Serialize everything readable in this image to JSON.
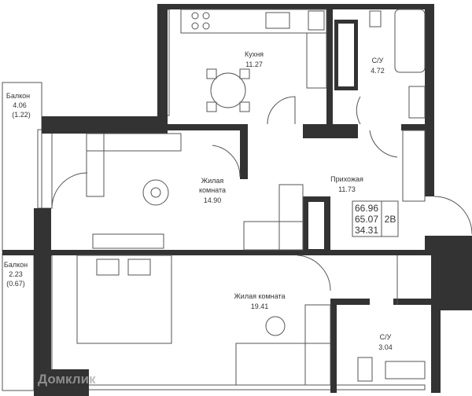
{
  "rooms": {
    "kitchen": {
      "name": "Кухня",
      "area": "11.27"
    },
    "bath1": {
      "name": "С/У",
      "area": "4.72"
    },
    "living1": {
      "name1": "Жилая",
      "name2": "комната",
      "area": "14.90"
    },
    "hall": {
      "name": "Прихожая",
      "area": "11.73"
    },
    "living2": {
      "name": "Жилая комната",
      "area": "19.41"
    },
    "bath2": {
      "name": "С/У",
      "area": "3.04"
    },
    "balcony1": {
      "name": "Балкон",
      "area": "4.06",
      "reduced": "(1.22)"
    },
    "balcony2": {
      "name": "Балкон",
      "area": "2.23",
      "reduced": "(0.67)"
    }
  },
  "summary": {
    "total": "66.96",
    "usable": "65.07",
    "living": "34.31",
    "type": "2В"
  },
  "watermark": "Домклик"
}
